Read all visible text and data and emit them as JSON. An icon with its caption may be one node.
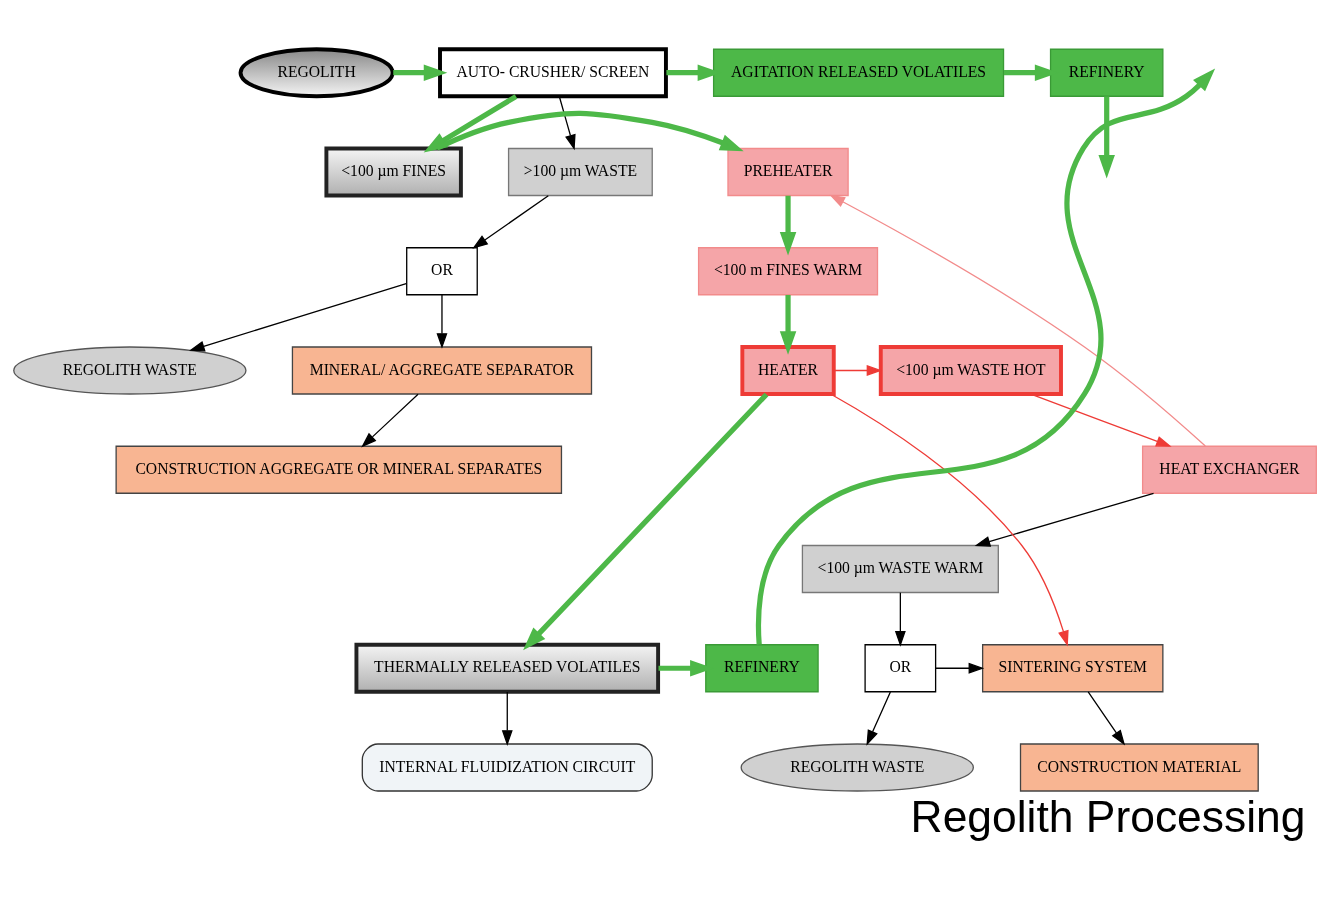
{
  "diagram": {
    "caption": "Regolith Processing",
    "nodes": [
      {
        "text": [
          "REGOLITH"
        ]
      },
      {
        "text": [
          "AUTO- CRUSHER/ SCREEN"
        ]
      },
      {
        "text": [
          "AGITATION RELEASED VOLATILES"
        ]
      },
      {
        "text": [
          "REFINERY"
        ]
      },
      {
        "text": [
          ">100 µm WASTE"
        ]
      },
      {
        "text": [
          "<100 µm FINES"
        ]
      },
      {
        "text": [
          "PREHEATER"
        ]
      },
      {
        "text": [
          "OR"
        ]
      },
      {
        "text": [
          "REGOLITH WASTE"
        ]
      },
      {
        "text": [
          "MINERAL/ AGGREGATE SEPARATOR"
        ]
      },
      {
        "text": [
          "<100 m FINES WARM"
        ]
      },
      {
        "text": [
          "HEAT EXCHANGER"
        ]
      },
      {
        "text": [
          "CONSTRUCTION AGGREGATE OR MINERAL SEPARATES"
        ]
      },
      {
        "text": [
          "HEATER"
        ]
      },
      {
        "text": [
          "<100 µm WASTE HOT"
        ]
      },
      {
        "text": [
          "<100 µm WASTE WARM"
        ]
      },
      {
        "text": [
          "REFINERY"
        ]
      },
      {
        "text": [
          "THERMALLY RELEASED VOLATILES"
        ]
      },
      {
        "text": [
          "SINTERING SYSTEM"
        ]
      },
      {
        "text": [
          "OR"
        ]
      },
      {
        "text": [
          "INTERNAL FLUIDIZATION CIRCUIT"
        ]
      },
      {
        "text": [
          "CONSTRUCTION MATERIAL"
        ]
      },
      {
        "text": [
          "REGOLITH WASTE"
        ]
      }
    ],
    "edges": [
      {
        "from": 0,
        "to": 1,
        "arrow": "to",
        "style": "thick",
        "color": "#4db848"
      },
      {
        "from": 1,
        "to": 2,
        "arrow": "to",
        "style": "thick",
        "color": "#4db848"
      },
      {
        "from": 2,
        "to": 3,
        "arrow": "to",
        "style": "thick",
        "color": "#4db848"
      },
      {
        "from": 3,
        "to": null,
        "arrow": "to",
        "style": "thick",
        "color": "#4db848"
      },
      {
        "from": 1,
        "to": 4,
        "arrow": "to",
        "color": "#000000"
      },
      {
        "from": 1,
        "to": 5,
        "arrow": "to",
        "style": "thick",
        "color": "#4db848"
      },
      {
        "from": 5,
        "to": 6,
        "arrow": "to",
        "style": "thick",
        "color": "#4db848"
      },
      {
        "from": 4,
        "to": 7,
        "arrow": "to",
        "color": "#000000"
      },
      {
        "from": 7,
        "to": 8,
        "arrow": "to",
        "color": "#000000"
      },
      {
        "from": 7,
        "to": 9,
        "arrow": "to",
        "color": "#000000"
      },
      {
        "from": 6,
        "to": 10,
        "arrow": "to",
        "style": "thick",
        "color": "#4db848"
      },
      {
        "from": 9,
        "to": 12,
        "arrow": "to",
        "color": "#000000"
      },
      {
        "from": 10,
        "to": 13,
        "arrow": "to",
        "style": "thick",
        "color": "#4db848"
      },
      {
        "from": 11,
        "to": 6,
        "arrow": "to",
        "color": "#f28b8b"
      },
      {
        "from": 13,
        "to": 14,
        "arrow": "to",
        "color": "#ee3b36"
      },
      {
        "from": 14,
        "to": 11,
        "arrow": "to",
        "color": "#ee3b36"
      },
      {
        "from": 11,
        "to": 15,
        "arrow": "to",
        "color": "#000000"
      },
      {
        "from": 13,
        "to": 17,
        "arrow": "to",
        "style": "thick",
        "color": "#4db848"
      },
      {
        "from": 13,
        "to": 18,
        "arrow": "to",
        "color": "#ee3b36"
      },
      {
        "from": 15,
        "to": 19,
        "arrow": "to",
        "color": "#000000"
      },
      {
        "from": 19,
        "to": 18,
        "arrow": "to",
        "color": "#000000"
      },
      {
        "from": 19,
        "to": 22,
        "arrow": "to",
        "color": "#000000"
      },
      {
        "from": 17,
        "to": 16,
        "arrow": "to",
        "style": "thick",
        "color": "#4db848"
      },
      {
        "from": 16,
        "to": null,
        "arrow": "to",
        "style": "thick",
        "color": "#4db848"
      },
      {
        "from": 17,
        "to": 20,
        "arrow": "to",
        "color": "#000000"
      },
      {
        "from": 18,
        "to": 21,
        "arrow": "to",
        "color": "#000000"
      }
    ]
  }
}
